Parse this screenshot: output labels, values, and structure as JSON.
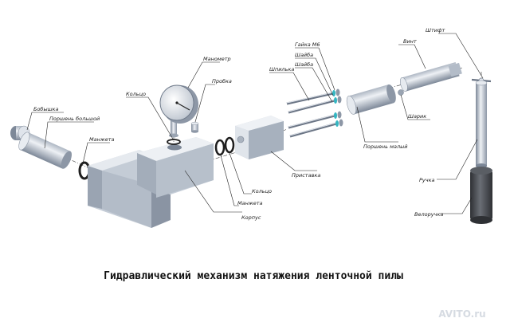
{
  "title": "Гидравлический механизм натяжения ленточной пилы",
  "watermark": "AVITO.ru",
  "labels": {
    "bobyshka": "Бобышка",
    "porshen_bolshoi": "Поршень большой",
    "manzheta_left": "Манжета",
    "koltso_top": "Кольцо",
    "manometr": "Манометр",
    "probka": "Пробка",
    "korpus": "Корпус",
    "manzheta_mid": "Манжета",
    "koltso_mid": "Кольцо",
    "shpilka": "Шпилька",
    "gaika": "Гайка М6",
    "shaiba1": "Шайба",
    "shaiba2": "Шайба",
    "pristavka": "Приставка",
    "porshen_malyi": "Поршень малый",
    "vint": "Винт",
    "shtift": "Штифт",
    "sharik": "Шарик",
    "ruchka": "Ручка",
    "velorouchka": "Велоручка"
  },
  "colors": {
    "metal_light": "#dfe4eb",
    "metal_mid": "#b3bcc8",
    "metal_dark": "#7c8797",
    "handle_dark": "#4a4d52",
    "ring_black": "#1f1f1f",
    "teal": "#34b6c2"
  }
}
